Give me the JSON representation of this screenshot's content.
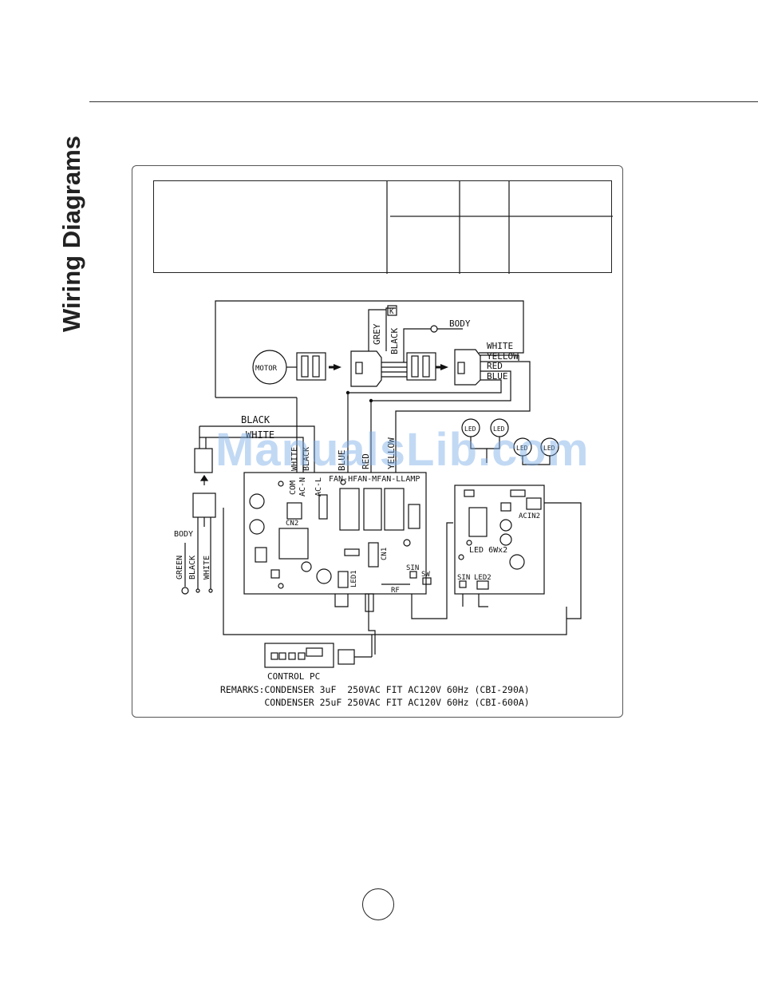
{
  "page": {
    "side_title": "Wiring Diagrams",
    "watermark": "ManualsLib.com",
    "page_number": ""
  },
  "diagram": {
    "motor_label": "MOTOR",
    "wires_top": [
      "GREY",
      "BLACK"
    ],
    "black_marker": "K",
    "body_top": "BODY",
    "color_wires": [
      "WHITE",
      "YELLOW",
      "RED",
      "BLUE"
    ],
    "main_black": "BLACK",
    "main_white": "WHITE",
    "vertical_labels": [
      "COM",
      "WHITE",
      "AC-N",
      "BLACK",
      "AC-L",
      "BLUE",
      "RED",
      "YELLOW"
    ],
    "relay_header": "FAN-HFAN-MFAN-LLAMP",
    "cn2": "CN2",
    "cn1": "CN1",
    "led1": "LED1",
    "sin_main": "SIN",
    "sw": "SW",
    "rf": "RF",
    "led_lamps": [
      "LED",
      "LED",
      "LED",
      "LED"
    ],
    "acin2": "ACIN2",
    "led_rating": "LED 6Wx2",
    "sin_led": "SIN",
    "led2": "LED2",
    "plug_body": "BODY",
    "plug_wires": [
      "GREEN",
      "BLACK",
      "WHITE"
    ],
    "control_pc": "CONTROL PC",
    "remarks": [
      "REMARKS:CONDENSER 3uF  250VAC FIT AC120V 60Hz (CBI-290A)",
      "        CONDENSER 25uF 250VAC FIT AC120V 60Hz (CBI-600A)"
    ]
  },
  "colors": {
    "line": "#111111",
    "watermark": "#78aae6"
  }
}
